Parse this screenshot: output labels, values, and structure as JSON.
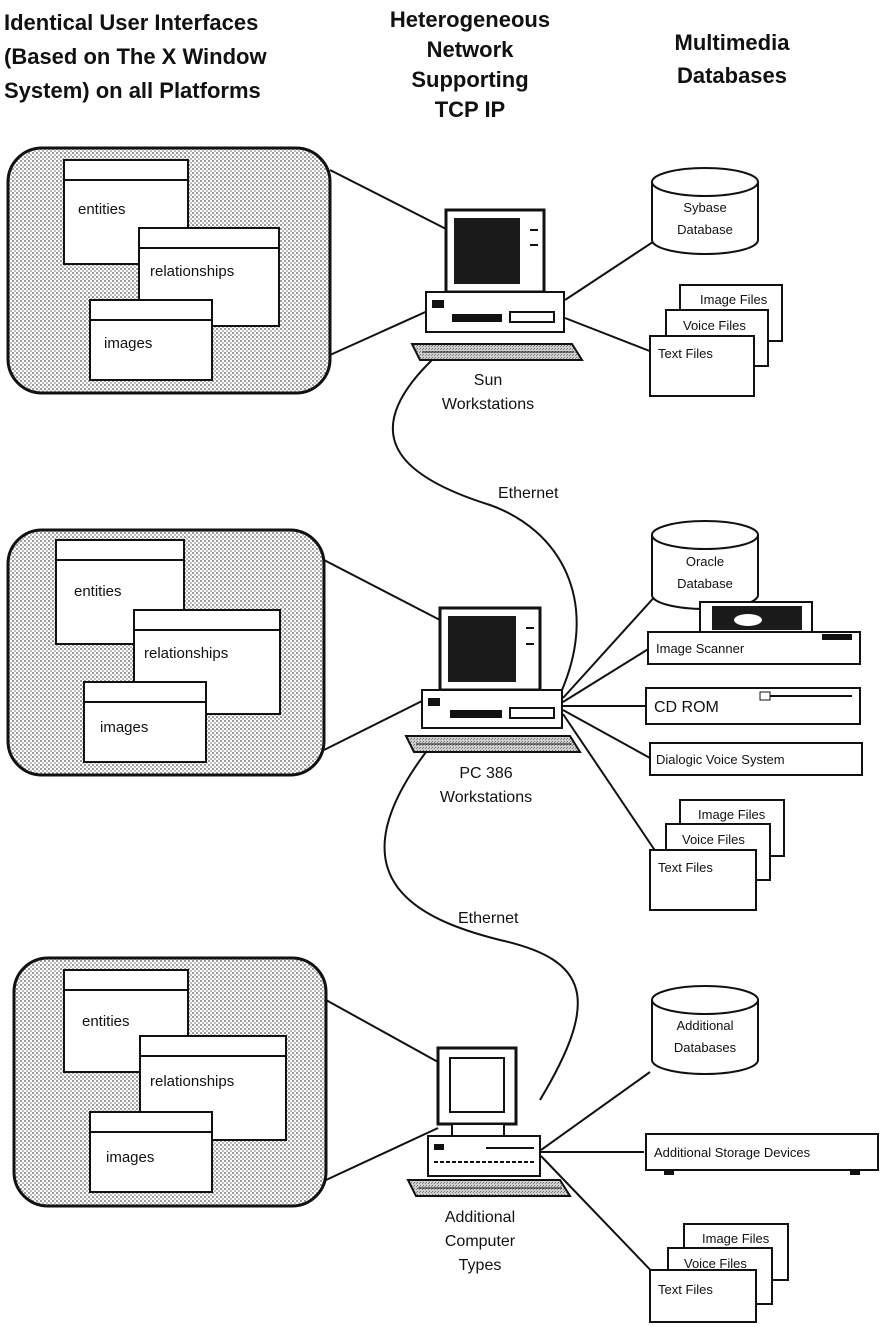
{
  "headers": {
    "left": [
      "Identical User Interfaces",
      "(Based on The X Window",
      "System) on all Platforms"
    ],
    "middle": [
      "Heterogeneous",
      "Network",
      "Supporting",
      "TCP IP"
    ],
    "right": [
      "Multimedia",
      "Databases"
    ]
  },
  "ui_panels": [
    {
      "windows": [
        "entities",
        "relationships",
        "images"
      ]
    },
    {
      "windows": [
        "entities",
        "relationships",
        "images"
      ]
    },
    {
      "windows": [
        "entities",
        "relationships",
        "images"
      ]
    }
  ],
  "computers": [
    {
      "label": [
        "Sun",
        "Workstations"
      ]
    },
    {
      "label": [
        "PC 386",
        "Workstations"
      ]
    },
    {
      "label": [
        "Additional",
        "Computer",
        "Types"
      ]
    }
  ],
  "network": [
    "Ethernet",
    "Ethernet"
  ],
  "databases": [
    {
      "name": [
        "Sybase",
        "Database"
      ],
      "file_stack": [
        "Image Files",
        "Voice Files",
        "Text Files"
      ]
    },
    {
      "name": [
        "Oracle",
        "Database"
      ],
      "devices": [
        "Image Scanner",
        "CD ROM",
        "Dialogic Voice System"
      ],
      "file_stack": [
        "Image Files",
        "Voice Files",
        "Text Files"
      ]
    },
    {
      "name": [
        "Additional",
        "Databases"
      ],
      "devices": [
        "Additional Storage Devices"
      ],
      "file_stack": [
        "Image Files",
        "Voice Files",
        "Text Files"
      ]
    }
  ],
  "colors": {
    "ink": "#111111",
    "shade": "#b5b5b5",
    "paper": "#ffffff"
  }
}
